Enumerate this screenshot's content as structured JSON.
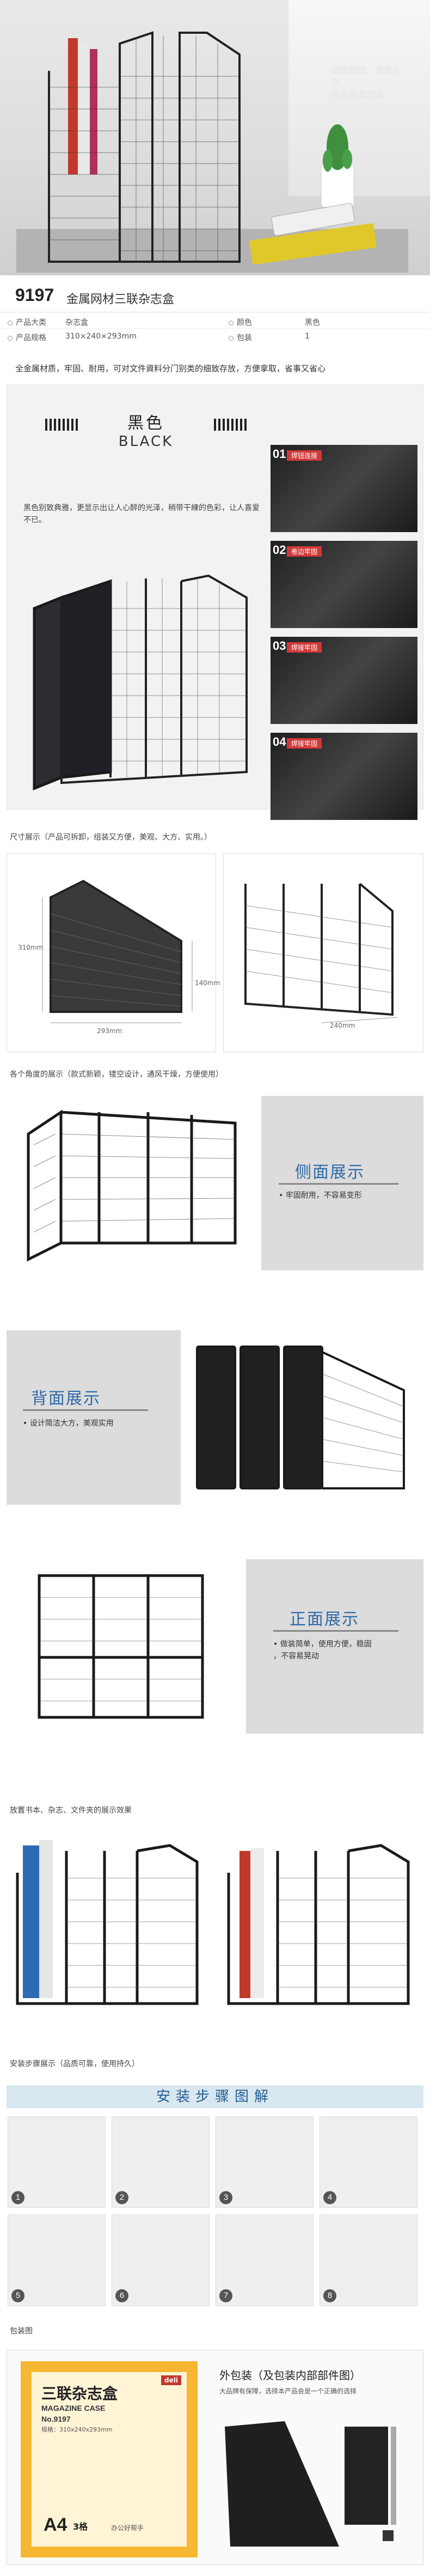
{
  "hero": {
    "slogan_line1": "别致典雅，经重大方",
    "slogan_line2": "符合品质之选"
  },
  "product": {
    "code": "9197",
    "name": "金属网材三联杂志盒"
  },
  "spec": {
    "row1": [
      "产品大类",
      "杂志盒",
      "颜色",
      "黑色"
    ],
    "row2": [
      "产品规格",
      "310×240×293mm",
      "包装",
      "1"
    ]
  },
  "intro": "全金属材质，牢固、耐用，可对文件資料分门别类的细致存放，方便拿取，省事又省心",
  "color_section": {
    "cn": "黑色",
    "en": "BLACK",
    "desc": "黑色别致典雅，更显示出让人心醉的光泽，稍带干練的色彩，让人喜爱不已。",
    "details": [
      {
        "num": "01",
        "tag": "焊钮连接"
      },
      {
        "num": "02",
        "tag": "卷边牢固"
      },
      {
        "num": "03",
        "tag": "焊接牢固"
      },
      {
        "num": "04",
        "tag": "焊接牢固"
      }
    ]
  },
  "size_section": {
    "label": "尺寸展示（产品可拆卸，组装又方便，美观、大方、实用。）",
    "dim_h": "310mm",
    "dim_w": "293mm",
    "dim_d": "140mm",
    "dim_d2": "240mm"
  },
  "angles_label": "各个角度的展示（款式新颖，镂空设计，通风干燥，方便使用）",
  "side": {
    "heading": "侧面展示",
    "bullet_1": "• 牢固耐用，不容易变形"
  },
  "back": {
    "heading": "背面展示",
    "bullet_1": "• 设计简洁大方，美观实用"
  },
  "front": {
    "heading": "正面展示",
    "bullet_1": "• 做装简单，使用方便，稳固",
    "bullet_2": "，不容易晃动"
  },
  "display_label": "放置书本、杂志、文件夹的展示效果",
  "install": {
    "label": "安装步骤展示（品质可靠，使用持久）",
    "band": "安装步骤图解",
    "steps": [
      "1",
      "2",
      "3",
      "4",
      "5",
      "6",
      "7",
      "8"
    ]
  },
  "package": {
    "label": "包装图",
    "box_title": "三联杂志盒",
    "box_sub": "MAGAZINE CASE",
    "box_no": "No.9197",
    "box_spec_1": "规格：310x240x293mm",
    "box_spec_2": "",
    "box_logo": "deli",
    "box_a4": "A4",
    "box_count": "3格",
    "box_use": "办公好帮手",
    "title": "外包装（及包装内部部件图）",
    "desc": "大品牌有保障，选择本产品会是一个正确的选择"
  }
}
